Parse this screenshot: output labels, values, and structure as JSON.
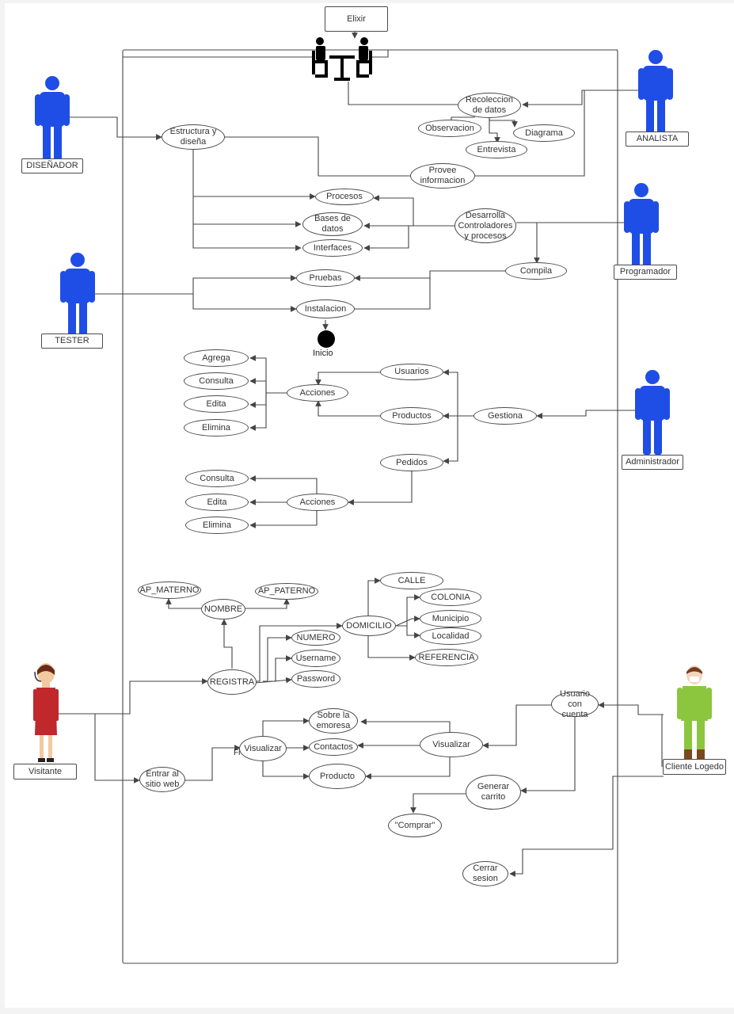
{
  "actors": {
    "disenador": "DISEÑADOR",
    "analista": "ANALISTA",
    "tester": "TESTER",
    "programador": "Programador",
    "administrador": "Administrador",
    "visitante": "Visitante",
    "cliente": "Cliente Logedo"
  },
  "nodes": {
    "elixir": "Elixir",
    "recoleccion": "Recoleccion\nde datos",
    "observacion": "Observacion",
    "diagrama": "Diagrama",
    "entrevista": "Entrevista",
    "estructura": "Estructura y\ndiseña",
    "provee": "Provee\ninformacion",
    "procesos": "Procesos",
    "bases": "Bases de\ndatos",
    "interfaces": "Interfaces",
    "desarrolla": "Desarrolla\nControladores\ny procesos",
    "compila": "Compila",
    "pruebas": "Pruebas",
    "instalacion": "Instalacion",
    "inicio": "Inicio",
    "agrega": "Agrega",
    "consulta1": "Consulta",
    "edita1": "Edita",
    "elimina1": "Elimina",
    "acciones1": "Acciones",
    "usuarios": "Usuarios",
    "productos": "Productos",
    "gestiona": "Gestiona",
    "pedidos": "Pedidos",
    "consulta2": "Consulta",
    "edita2": "Edita",
    "elimina2": "Elimina",
    "acciones2": "Acciones",
    "ap_materno": "AP_MATERNO",
    "ap_paterno": "AP_PATERNO",
    "nombre": "NOMBRE",
    "calle": "CALLE",
    "colonia": "COLONIA",
    "municipio": "Municipio",
    "localidad": "Localidad",
    "referencia": "REFERENCIA",
    "domicilio": "DOMICILIO",
    "numero": "NUMERO",
    "username": "Username",
    "password": "Password",
    "registra": "REGISTRA",
    "sobre": "Sobre la\nemoresa",
    "contactos": "Contactos",
    "producto": "Producto",
    "visualizar_left": "Visualizar",
    "visualizar_right": "Visualizar",
    "entrar": "Entrar al\nsitio web",
    "usuario_cuenta": "Usuario\ncon cuenta",
    "generar": "Generar\ncarrito",
    "comprar": "\"Comprar\"",
    "cerrar": "Cerrar\nsesion",
    "fi_fragment": "Fi"
  },
  "colors": {
    "actor_blue": "#1f4ee6",
    "line": "#444444",
    "visitor_red": "#c0282b",
    "client_green": "#8cc63f"
  }
}
